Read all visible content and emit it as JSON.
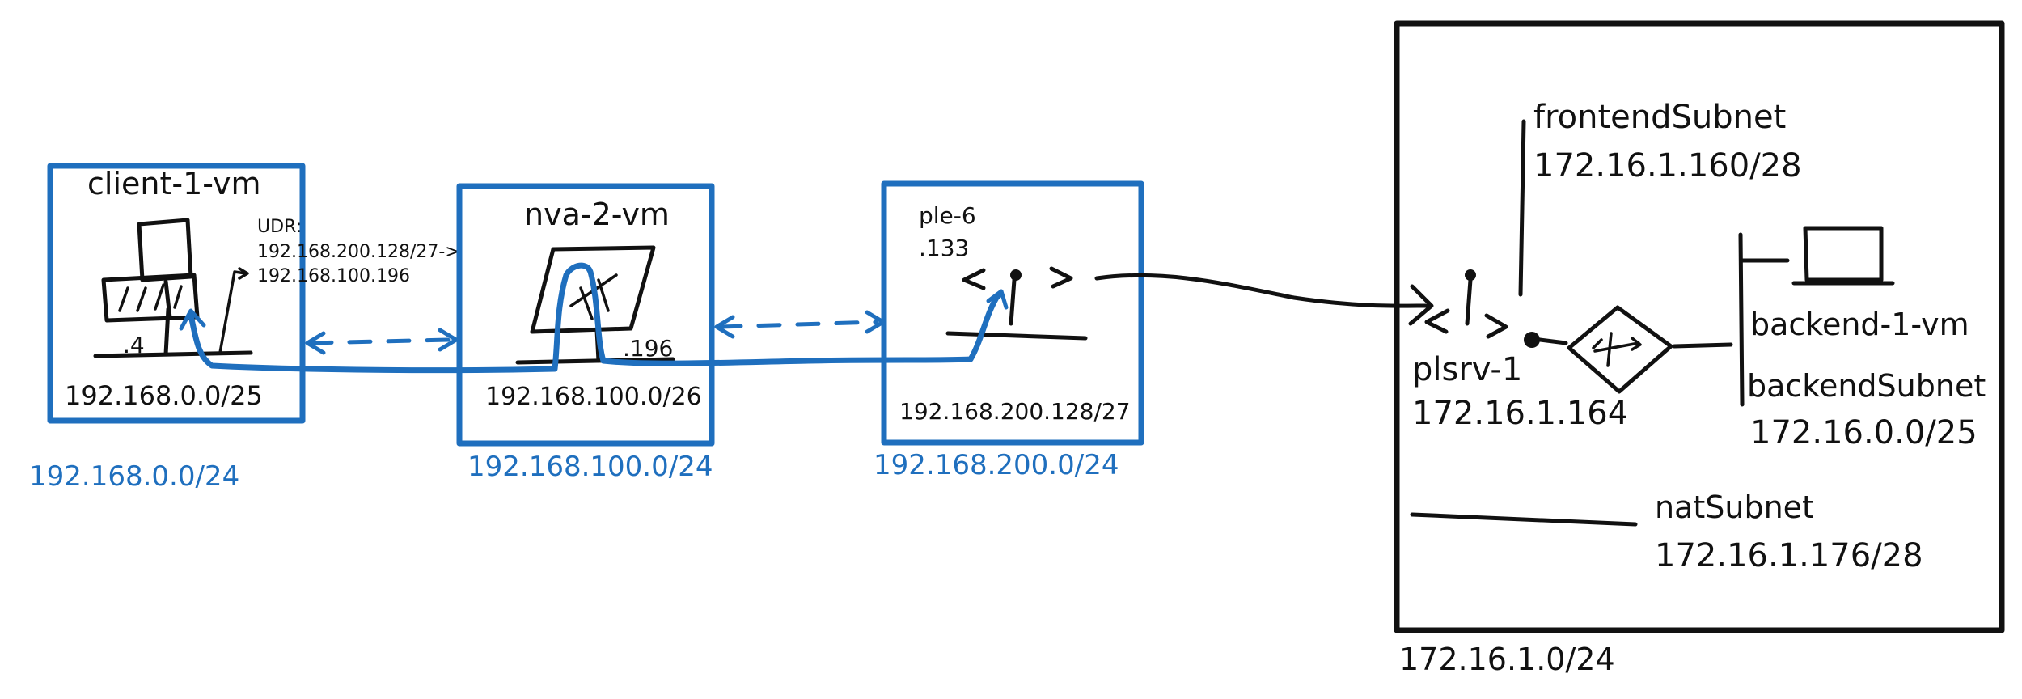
{
  "client_vnet": {
    "cidr": "192.168.0.0/24",
    "subnet_cidr": "192.168.0.0/25",
    "vm_name": "client-1-vm",
    "nic_ip": ".4",
    "udr_title": "UDR:",
    "udr_route": "192.168.200.128/27->",
    "udr_next_hop": "192.168.100.196"
  },
  "nva_vnet": {
    "cidr": "192.168.100.0/24",
    "subnet_cidr": "192.168.100.0/26",
    "vm_name": "nva-2-vm",
    "nic_ip": ".196"
  },
  "ple_vnet": {
    "cidr": "192.168.200.0/24",
    "subnet_cidr": "192.168.200.128/27",
    "endpoint_name": "ple-6",
    "endpoint_ip": ".133"
  },
  "service_vnet": {
    "cidr": "172.16.1.0/24",
    "frontend_subnet_name": "frontendSubnet",
    "frontend_subnet_cidr": "172.16.1.160/28",
    "pls_name": "plsrv-1",
    "pls_ip": "172.16.1.164",
    "backend_vm_name": "backend-1-vm",
    "backend_subnet_name": "backendSubnet",
    "backend_subnet_cidr": "172.16.0.0/25",
    "nat_subnet_name": "natSubnet",
    "nat_subnet_cidr": "172.16.1.176/28"
  },
  "colors": {
    "azure_blue": "#1f6fbe",
    "ink": "#111111",
    "background": "#ffffff"
  }
}
